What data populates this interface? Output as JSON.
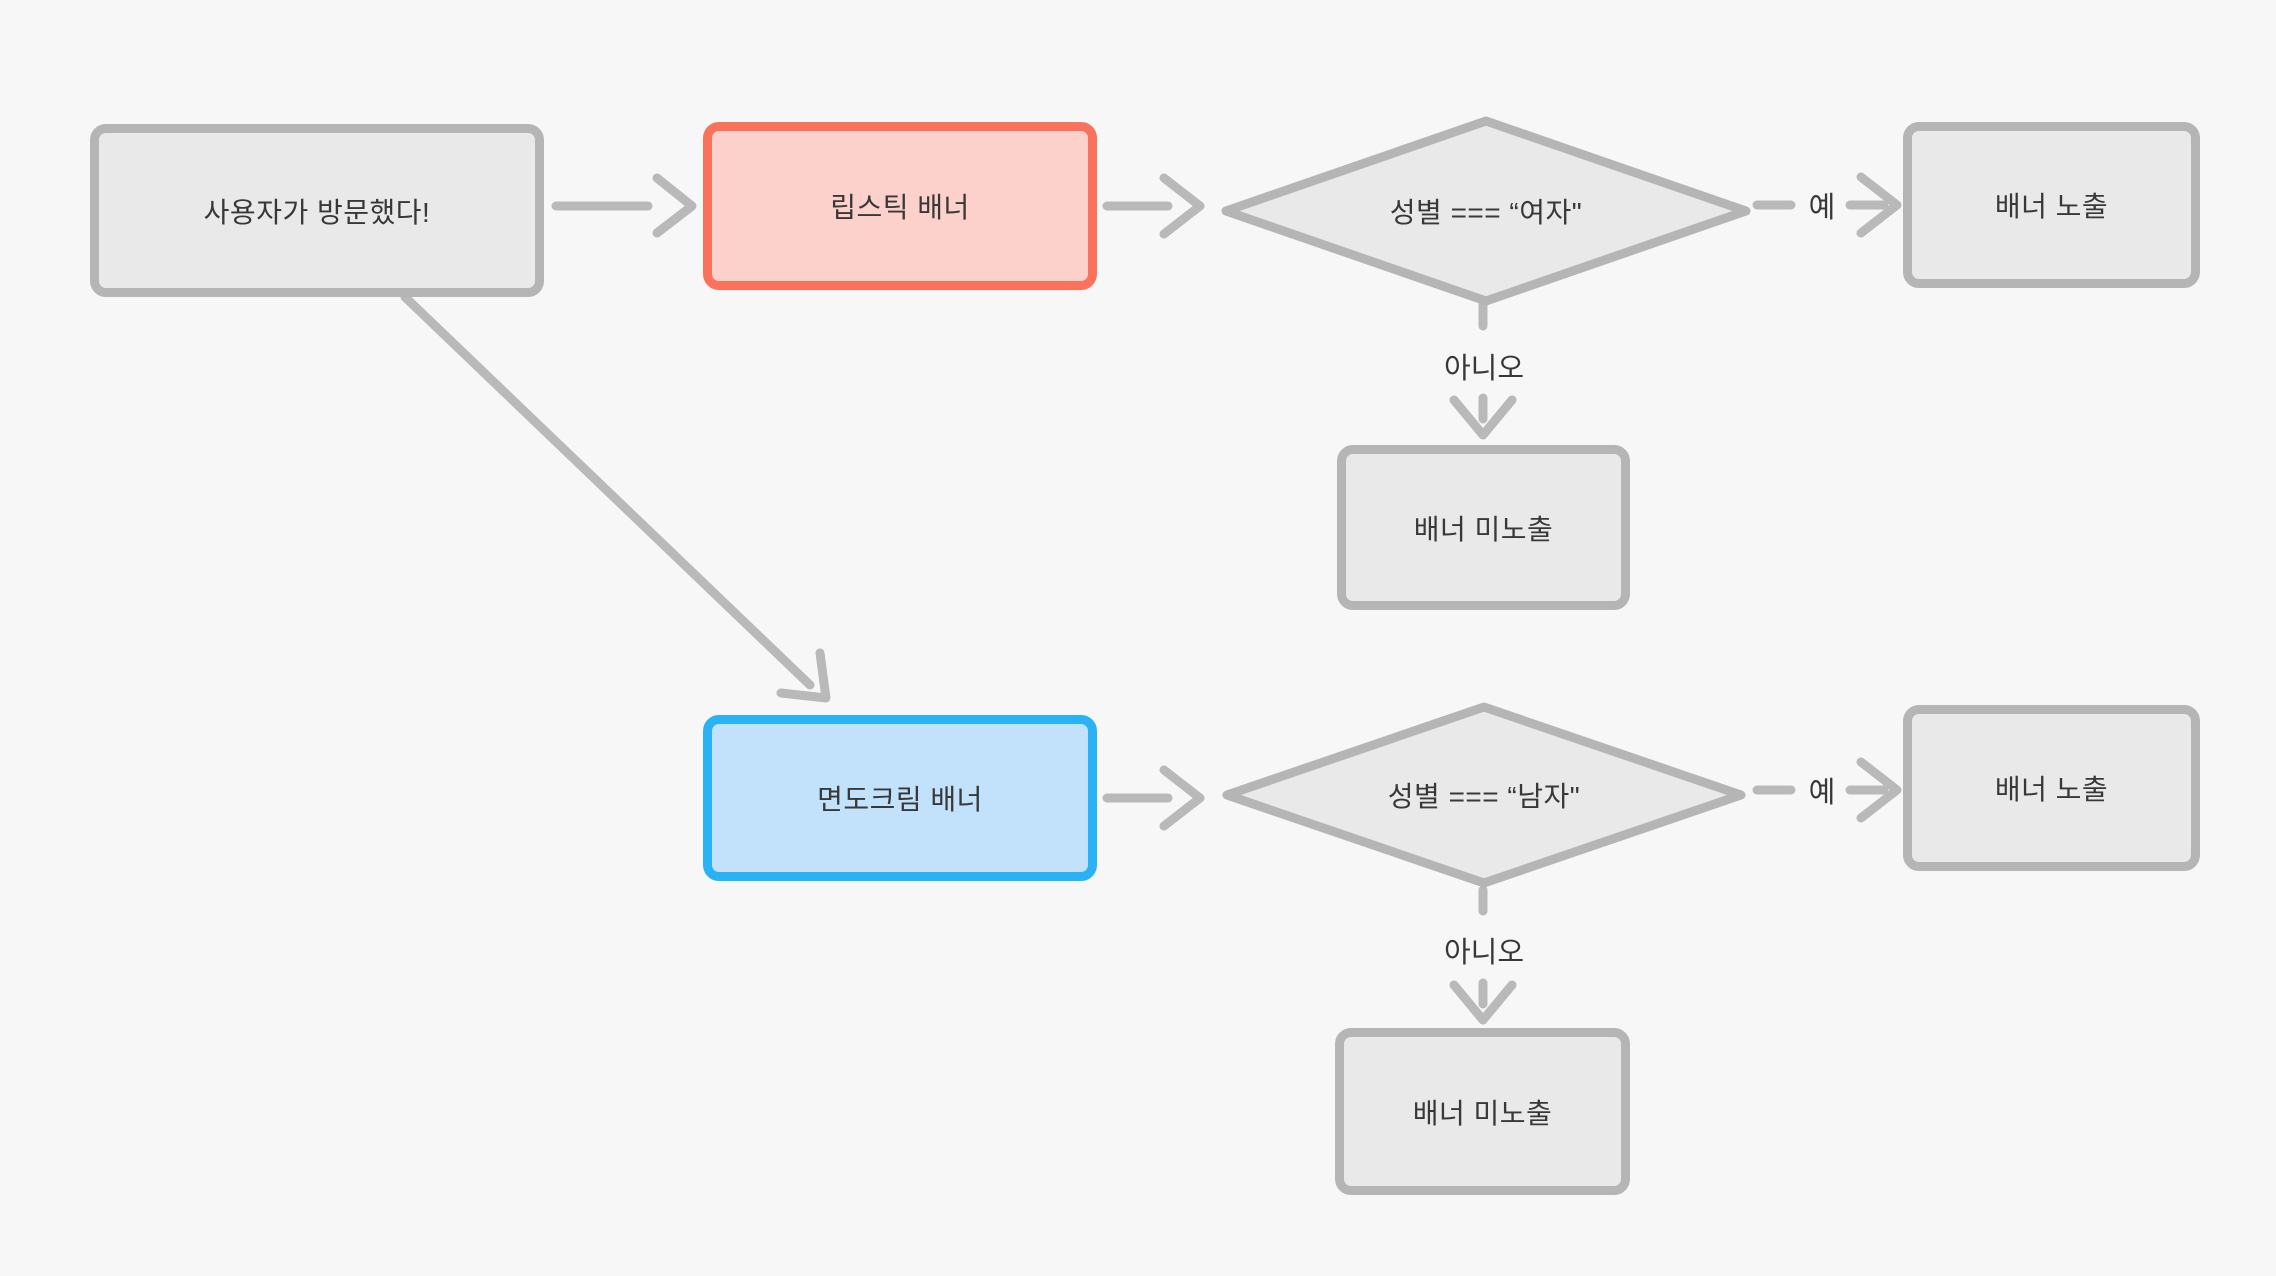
{
  "canvas": {
    "background": "#f7f7f7"
  },
  "colors": {
    "node_fill": "#e9e9e9",
    "node_border": "#b5b5b5",
    "lipstick_fill": "#fcd1cb",
    "lipstick_border": "#fa725c",
    "shaving_fill": "#c2e1fa",
    "shaving_border": "#29b2f4",
    "connector": "#b9b9b9",
    "text": "#383838"
  },
  "nodes": {
    "start": {
      "label": "사용자가 방문했다!"
    },
    "lipstick": {
      "label": "립스틱 배너"
    },
    "female_check": {
      "label": "성별 === “여자\""
    },
    "expose_female": {
      "label": "배너 노출"
    },
    "hide_female": {
      "label": "배너 미노출"
    },
    "shaving": {
      "label": "면도크림 배너"
    },
    "male_check": {
      "label": "성별 === “남자\""
    },
    "expose_male": {
      "label": "배너 노출"
    },
    "hide_male": {
      "label": "배너 미노출"
    }
  },
  "edge_labels": {
    "yes_female": "예",
    "no_female": "아니오",
    "yes_male": "예",
    "no_male": "아니오"
  }
}
